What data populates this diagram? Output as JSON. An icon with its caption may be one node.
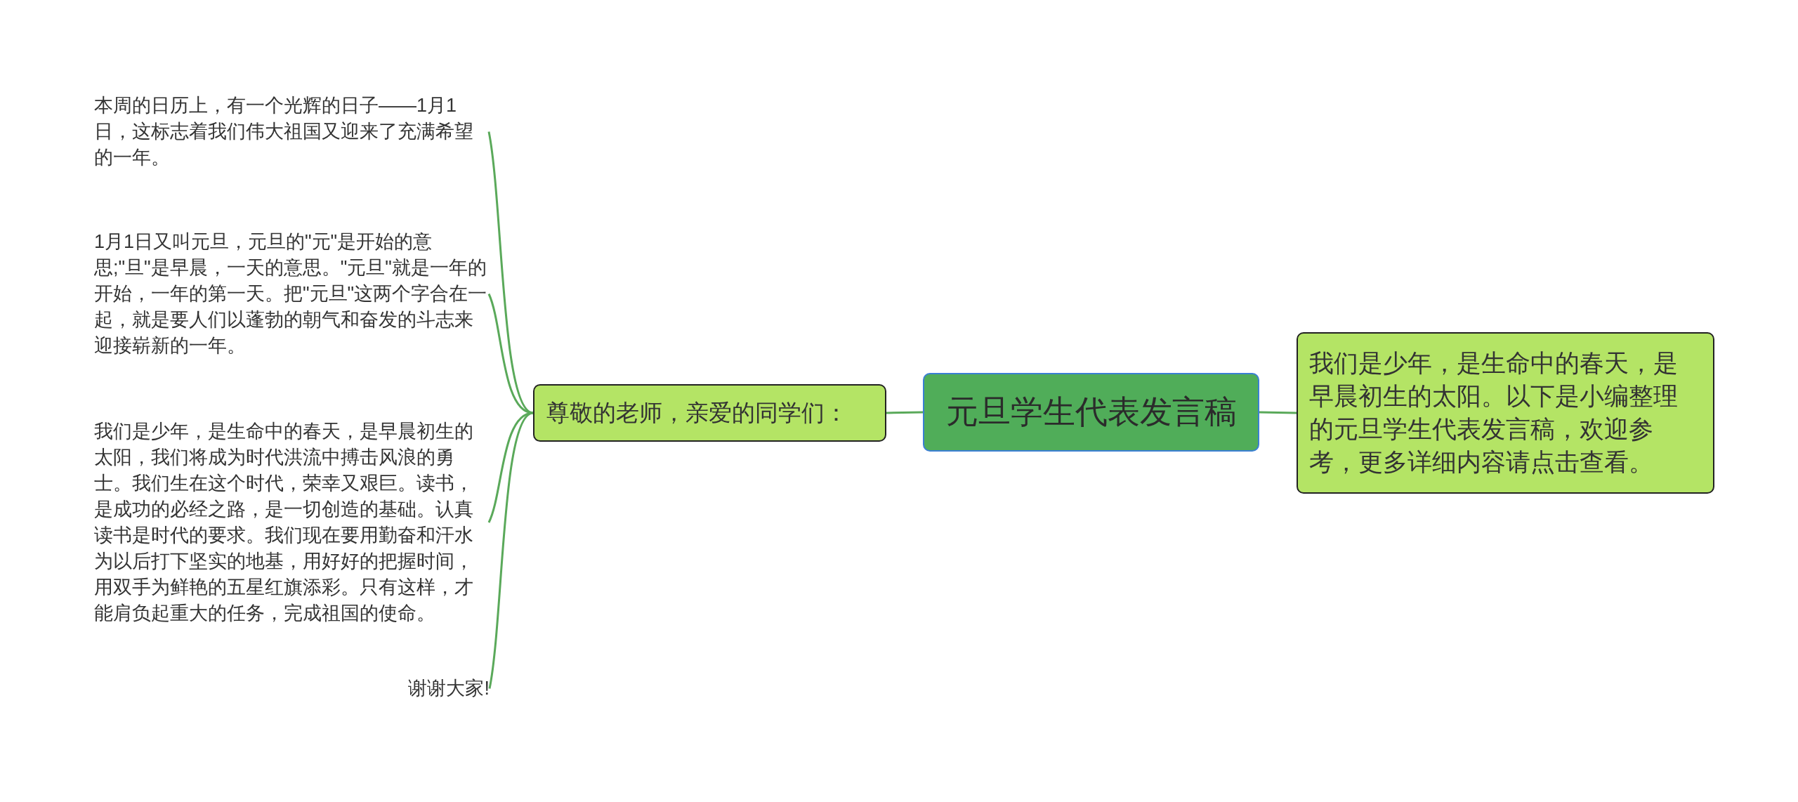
{
  "diagram": {
    "nodes": [
      {
        "text": [
          "元旦学生代表发言稿"
        ]
      },
      {
        "text": [
          "尊敬的老师，亲爱的同学们："
        ]
      },
      {
        "text": [
          "本周的日历上，有一个光辉的日子——1月1日，这标志着我们伟大祖国又迎来了充满希望的一年。"
        ]
      },
      {
        "text": [
          "1月1日又叫元旦，元旦的\"元\"是开始的意思;\"旦\"是早晨，一天的意思。\"元旦\"就是一年的开始，一年的第一天。把\"元旦\"这两个字合在一起，就是要人们以蓬勃的朝气和奋发的斗志来迎接崭新的一年。"
        ]
      },
      {
        "text": [
          "我们是少年，是生命中的春天，是早晨初生的太阳，我们将成为时代洪流中搏击风浪的勇士。我们生在这个时代，荣幸又艰巨。读书，是成功的必经之路，是一切创造的基础。认真读书是时代的要求。我们现在要用勤奋和汗水为以后打下坚实的地基，用好好的把握时间，用双手为鲜艳的五星红旗添彩。只有这样，才能肩负起重大的任务，完成祖国的使命。"
        ]
      },
      {
        "text": [
          "谢谢大家!"
        ]
      },
      {
        "text": [
          "我们是少年，是生命中的春天，是早晨初生的太阳。以下是小编整理的元旦学生代表发言稿，欢迎参考，更多详细内容请点击查看。"
        ]
      }
    ],
    "edges": [
      {
        "from": 0,
        "to": 1,
        "arrow": "none"
      },
      {
        "from": 1,
        "to": 2,
        "arrow": "none"
      },
      {
        "from": 1,
        "to": 3,
        "arrow": "none"
      },
      {
        "from": 1,
        "to": 4,
        "arrow": "none"
      },
      {
        "from": 1,
        "to": 5,
        "arrow": "none"
      },
      {
        "from": 0,
        "to": 6,
        "arrow": "none"
      }
    ]
  }
}
